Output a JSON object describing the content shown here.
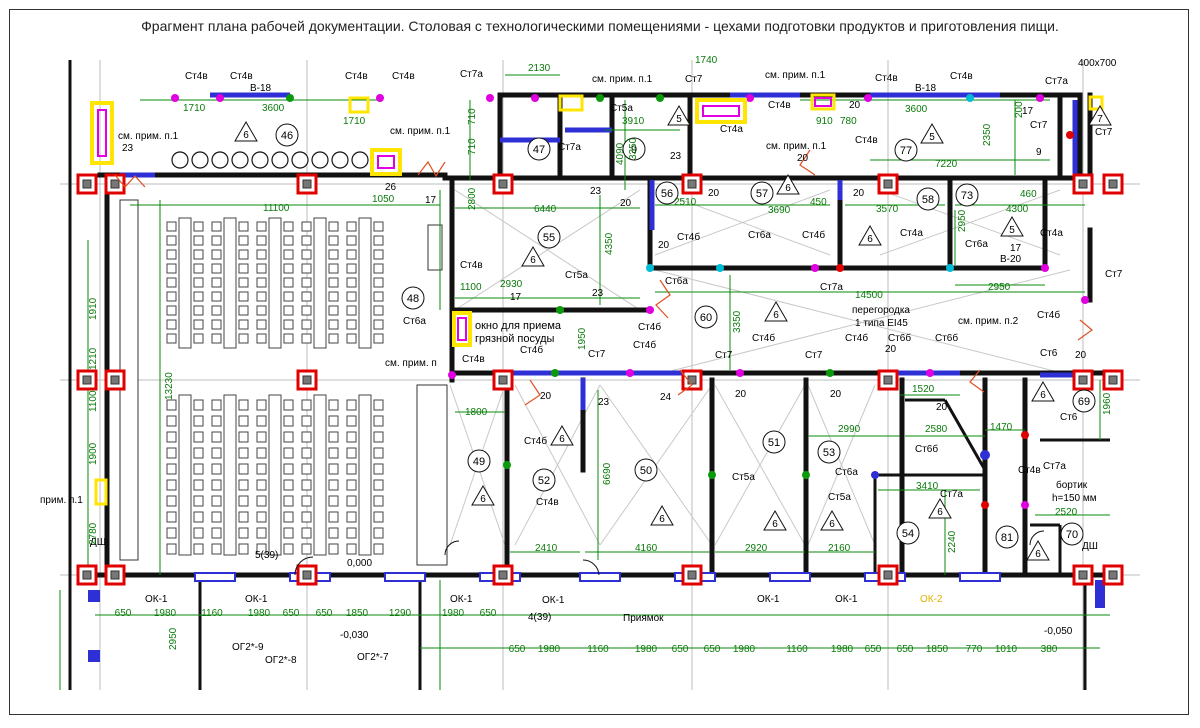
{
  "caption": "Фрагмент плана рабочей документации. Столовая с технологическими помещениями - цехами подготовки продуктов и приготовления пищи.",
  "colors": {
    "wall": "#111111",
    "dimension": "#0a8a0a",
    "axis_marker": "#e00000",
    "partition": "#2f2fd6",
    "note_highlight": "#ffe500",
    "note_inner": "#e000e0",
    "room_label": "#000000",
    "grid": "#b9b9b9"
  },
  "rooms": [
    {
      "id": "room-46",
      "label": "46"
    },
    {
      "id": "room-47",
      "label": "47"
    },
    {
      "id": "room-48",
      "label": "48"
    },
    {
      "id": "room-49",
      "label": "49"
    },
    {
      "id": "room-50",
      "label": "50"
    },
    {
      "id": "room-51",
      "label": "51"
    },
    {
      "id": "room-52",
      "label": "52"
    },
    {
      "id": "room-53",
      "label": "53"
    },
    {
      "id": "room-54",
      "label": "54"
    },
    {
      "id": "room-55",
      "label": "55"
    },
    {
      "id": "room-56",
      "label": "56"
    },
    {
      "id": "room-57",
      "label": "57"
    },
    {
      "id": "room-58",
      "label": "58"
    },
    {
      "id": "room-60",
      "label": "60"
    },
    {
      "id": "room-69",
      "label": "69"
    },
    {
      "id": "room-70",
      "label": "70"
    },
    {
      "id": "room-73",
      "label": "73"
    },
    {
      "id": "room-77",
      "label": "77"
    },
    {
      "id": "room-81",
      "label": "81"
    },
    {
      "id": "room-9",
      "label": "9"
    }
  ],
  "wall_tags": [
    "Ст4в",
    "Ст4в",
    "Ст4в",
    "Ст4в",
    "Ст4в",
    "Ст4в",
    "Ст4в",
    "Ст4в",
    "Ст4в",
    "Ст4в",
    "Ст4в",
    "Ст4в",
    "Ст7а",
    "Ст7а",
    "Ст7а",
    "Ст7а",
    "Ст7а",
    "Ст7а",
    "Ст7",
    "Ст7",
    "Ст7",
    "Ст7",
    "Ст7",
    "Ст7",
    "Ст7",
    "Ст5а",
    "Ст5а",
    "Ст5а",
    "Ст5а",
    "Ст4а",
    "Ст4а",
    "Ст4а",
    "Ст6а",
    "Ст6а",
    "Ст6а",
    "Ст6а",
    "Ст6а",
    "Ст4б",
    "Ст4б",
    "Ст4б",
    "Ст4б",
    "Ст4б",
    "Ст4б",
    "Ст4б",
    "Ст4б",
    "Ст4б",
    "Ст6б",
    "Ст6б",
    "Ст6б",
    "Ст6",
    "Ст6",
    "В-18",
    "В-18",
    "В-20"
  ],
  "notes": {
    "ref_note": "см. прим. п.1",
    "ref_note2": "см. прим. п.2",
    "ref_note_short": "прим. п.1",
    "ref_note_left": "см. прим. п",
    "window_dirty": "окно для приема",
    "window_dirty2": "грязной посуды",
    "partition_note": "перегородка",
    "partition_note2": "1 типа EI45",
    "curb_note": "бортик",
    "curb_note2": "h=150 мм",
    "reception": "Приямок",
    "door_tag": "5(39)",
    "door_tag2": "4(39)",
    "level_1": "0,000",
    "level_2": "-0,030",
    "level_3": "-0,050",
    "ds": "ДШ",
    "ds2": "ДШ",
    "og1": "ОГ2*-9",
    "og2": "ОГ2*-8",
    "og3": "ОГ2*-7",
    "top_right": "400х700"
  },
  "windows": [
    "ОК-1",
    "ОК-1",
    "ОК-1",
    "ОК-1",
    "ОК-1",
    "ОК-1",
    "ОК-2"
  ],
  "dimensions": {
    "top": [
      "1710",
      "3600",
      "1710",
      "2130",
      "1740",
      "3910",
      "910",
      "780",
      "3600",
      "7220",
      "2350",
      "200"
    ],
    "hall": [
      "11100",
      "1050",
      "6440",
      "2510",
      "3690",
      "450",
      "3570",
      "4300",
      "460",
      "2950",
      "2950",
      "14500",
      "1800",
      "2930",
      "1100"
    ],
    "left_vertical": [
      "13230",
      "1910",
      "1210",
      "1100",
      "1900",
      "2780",
      "2950"
    ],
    "mid_vertical": [
      "4350",
      "6690",
      "3350",
      "2240",
      "1950",
      "2800",
      "4090",
      "3350",
      "710",
      "710",
      "1960"
    ],
    "bottom": [
      "2410",
      "4160",
      "2920",
      "2160",
      "3410",
      "1520",
      "2580",
      "2990",
      "1470",
      "2520"
    ],
    "bottom_chain": [
      "650",
      "1980",
      "1160",
      "1980",
      "650",
      "650",
      "1850",
      "1290",
      "1980",
      "650",
      "650",
      "1980",
      "1160",
      "1980",
      "650",
      "650",
      "1980",
      "1160",
      "1980",
      "650",
      "650",
      "1850",
      "770",
      "1010",
      "380"
    ],
    "small": [
      "23",
      "23",
      "23",
      "23",
      "23",
      "17",
      "17",
      "17",
      "20",
      "20",
      "20",
      "20",
      "20",
      "20",
      "20",
      "20",
      "20",
      "20",
      "20",
      "20",
      "24",
      "9",
      "26",
      "17"
    ]
  }
}
